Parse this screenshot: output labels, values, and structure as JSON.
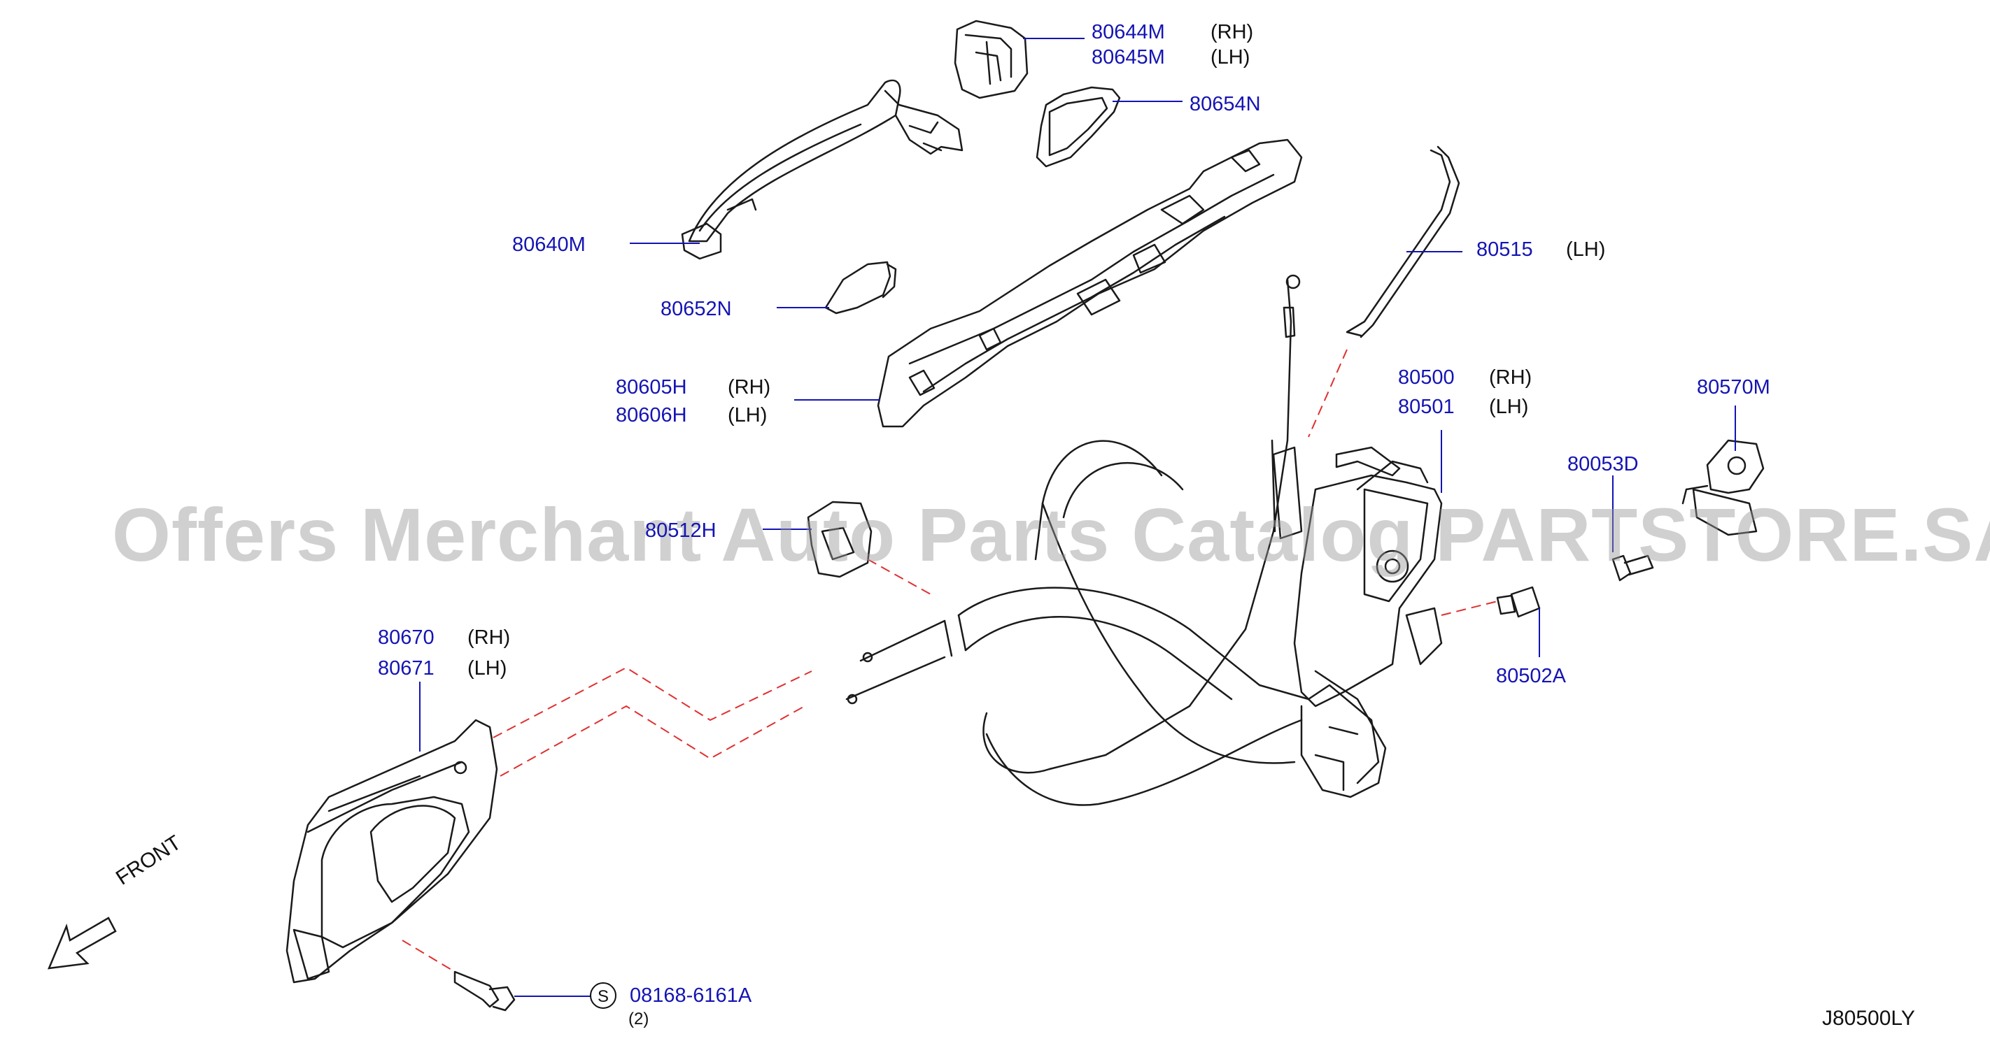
{
  "diagram_code": "J80500LY",
  "watermark": "Offers Merchant Auto Parts Catalog PARTSTORE.SA",
  "front_label": "FRONT",
  "parts": [
    {
      "id": "80644M",
      "side": "(RH)"
    },
    {
      "id": "80645M",
      "side": "(LH)"
    },
    {
      "id": "80654N",
      "side": ""
    },
    {
      "id": "80640M",
      "side": ""
    },
    {
      "id": "80515",
      "side": "(LH)"
    },
    {
      "id": "80652N",
      "side": ""
    },
    {
      "id": "80605H",
      "side": "(RH)"
    },
    {
      "id": "80606H",
      "side": "(LH)"
    },
    {
      "id": "80500",
      "side": "(RH)"
    },
    {
      "id": "80501",
      "side": "(LH)"
    },
    {
      "id": "80570M",
      "side": ""
    },
    {
      "id": "80053D",
      "side": ""
    },
    {
      "id": "80512H",
      "side": ""
    },
    {
      "id": "80502A",
      "side": ""
    },
    {
      "id": "80670",
      "side": "(RH)"
    },
    {
      "id": "80671",
      "side": "(LH)"
    },
    {
      "id": "08168-6161A",
      "side": ""
    }
  ],
  "bolt_symbol": "S",
  "bolt_qty": "(2)",
  "colors": {
    "part_number": "#1414b4",
    "leader": "#1414b4",
    "dashed": "#e03030",
    "drawing": "#1a1a1a"
  }
}
